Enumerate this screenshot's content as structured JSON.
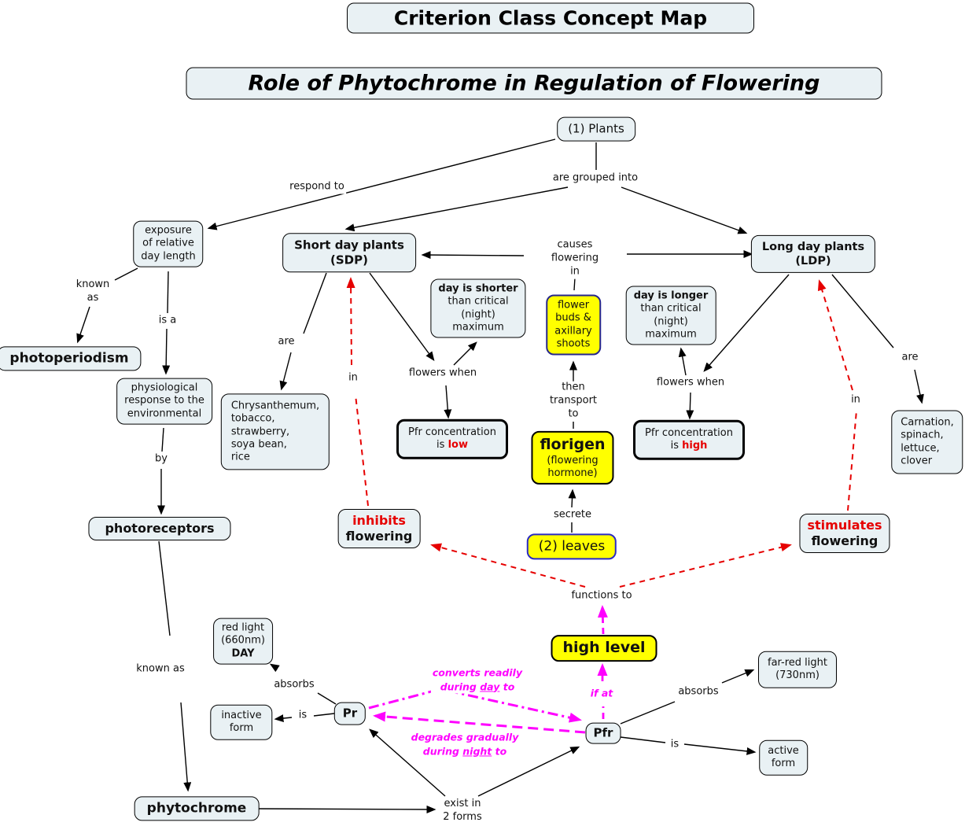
{
  "colors": {
    "node_fill": "#e9f1f4",
    "highlight_yellow": "#ffff00",
    "accent_red": "#e60000",
    "accent_magenta": "#ff00ff",
    "navy_border": "#26268c",
    "blue_border": "#2a2ac4"
  },
  "titles": {
    "main": "Criterion Class Concept Map",
    "subtitle": "Role of Phytochrome in Regulation of Flowering"
  },
  "nodes": {
    "plants": "(1) Plants",
    "exposure": "exposure\nof relative\nday length",
    "sdp": "Short day plants\n(SDP)",
    "ldp": "Long day plants\n(LDP)",
    "photoperiodism": "photoperiodism",
    "day_shorter_head": "day is shorter",
    "day_shorter_rest": "\nthan critical\n(night)\nmaximum",
    "flower_buds": "flower\nbuds &\naxillary\nshoots",
    "day_longer_head": "day is longer",
    "day_longer_rest": "\nthan critical\n(night)\nmaximum",
    "physiological": "physiological\nresponse to the\nenvironmental",
    "sdp_examples": "Chrysanthemum,\ntobacco,\nstrawberry,\nsoya bean,\nrice",
    "pfr_low_pre": "Pfr concentration\nis ",
    "pfr_low_word": "low",
    "florigen_head": "florigen",
    "florigen_rest": "\n(flowering\nhormone)",
    "pfr_high_pre": "Pfr concentration\nis ",
    "pfr_high_word": "high",
    "ldp_examples": "Carnation,\nspinach,\nlettuce,\nclover",
    "photoreceptors": "photoreceptors",
    "inhibits_word": "inhibits",
    "inhibits_rest": "\nflowering",
    "leaves": "(2) leaves",
    "stimulates_word": "stimulates",
    "stimulates_rest": "\nflowering",
    "red_light_pre": "red light\n(660nm)\n",
    "red_light_day": "DAY",
    "high_level": "high level",
    "far_red": "far-red light\n(730nm)",
    "inactive": "inactive\nform",
    "pr": "Pr",
    "pfr": "Pfr",
    "active": "active\nform",
    "phytochrome": "phytochrome"
  },
  "links": {
    "respond_to": "respond to",
    "grouped": "are grouped into",
    "causes": "causes\nflowering\nin",
    "known_as_top": "known\nas",
    "is_a": "is a",
    "are_sdp": "are",
    "in_sdp": "in",
    "flowers_when_sdp": "flowers when",
    "then_transport": "then\ntransport\nto",
    "flowers_when_ldp": "flowers when",
    "are_ldp": "are",
    "in_ldp": "in",
    "by": "by",
    "secrete": "secrete",
    "functions_to": "functions to",
    "known_as_bottom": "known as",
    "absorbs_pr": "absorbs",
    "converts_pre": "converts readily\nduring ",
    "converts_u": "day",
    "converts_post": " to",
    "if_at": "if at",
    "absorbs_pfr": "absorbs",
    "is_pr": "is",
    "degrades_pre": "degrades gradually\nduring ",
    "degrades_u": "night",
    "degrades_post": " to",
    "is_pfr": "is",
    "exist": "exist in\n2 forms"
  }
}
